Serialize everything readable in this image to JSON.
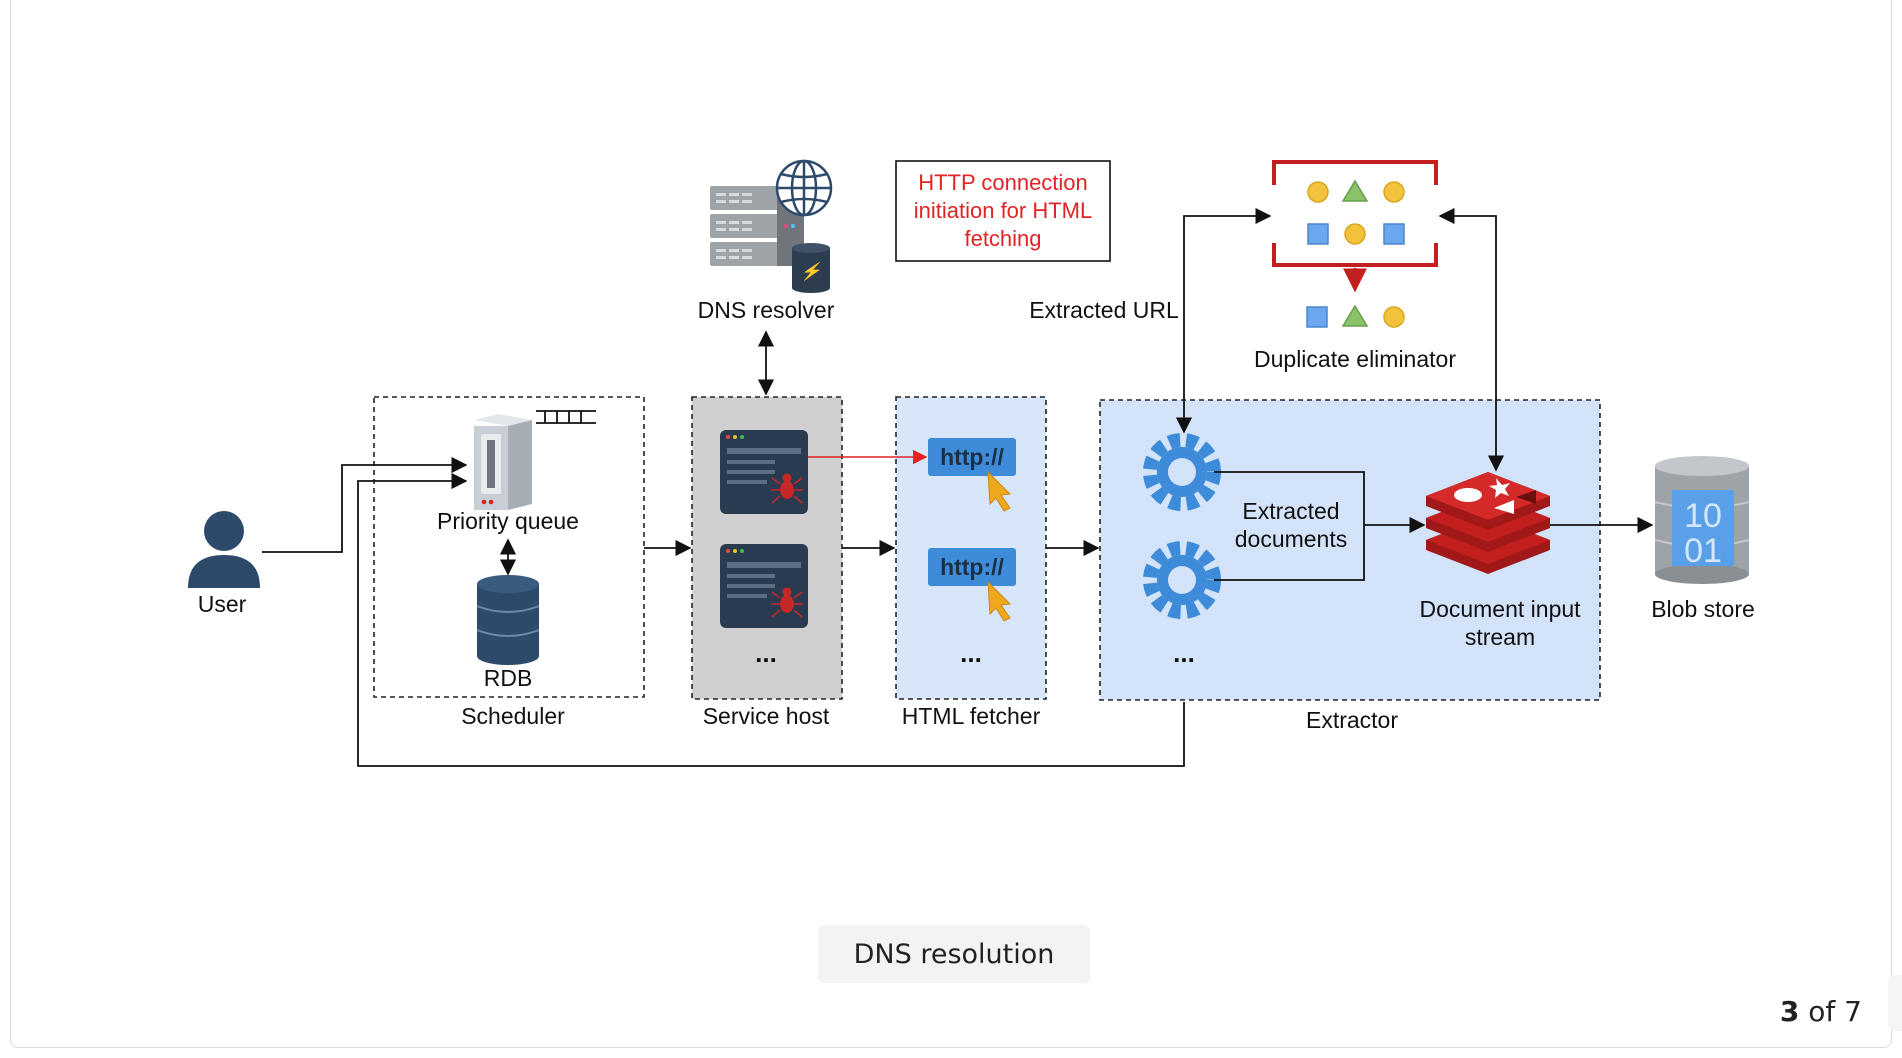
{
  "diagram": {
    "nodes": {
      "user": "User",
      "priority_queue": "Priority queue",
      "rdb": "RDB",
      "scheduler": "Scheduler",
      "dns_resolver": "DNS resolver",
      "service_host": "Service host",
      "html_fetcher": "HTML fetcher",
      "extractor": "Extractor",
      "duplicate_eliminator": "Duplicate eliminator",
      "blob_store": "Blob store",
      "document_input_stream_line1": "Document input",
      "document_input_stream_line2": "stream"
    },
    "labels": {
      "extracted_url": "Extracted URL",
      "extracted_documents_line1": "Extracted",
      "extracted_documents_line2": "documents",
      "http_note_line1": "HTTP connection",
      "http_note_line2": "initiation for HTML",
      "http_note_line3": "fetching",
      "http_text": "http://",
      "ellipsis": "...",
      "blob_bits_top": "10",
      "blob_bits_bottom": "01"
    },
    "colors": {
      "note_text": "#e02424",
      "panel_gray": "#d0d0d0",
      "panel_blue": "#d8e6fa",
      "panel_blue_light": "#d3e3f9",
      "navy": "#2d4a6b",
      "gear": "#3d8bd9",
      "redis_red": "#c41f1f",
      "http_blue": "#3d8bd9"
    }
  },
  "caption": "DNS resolution",
  "pager": {
    "current": "3",
    "separator": "of",
    "total": "7"
  }
}
